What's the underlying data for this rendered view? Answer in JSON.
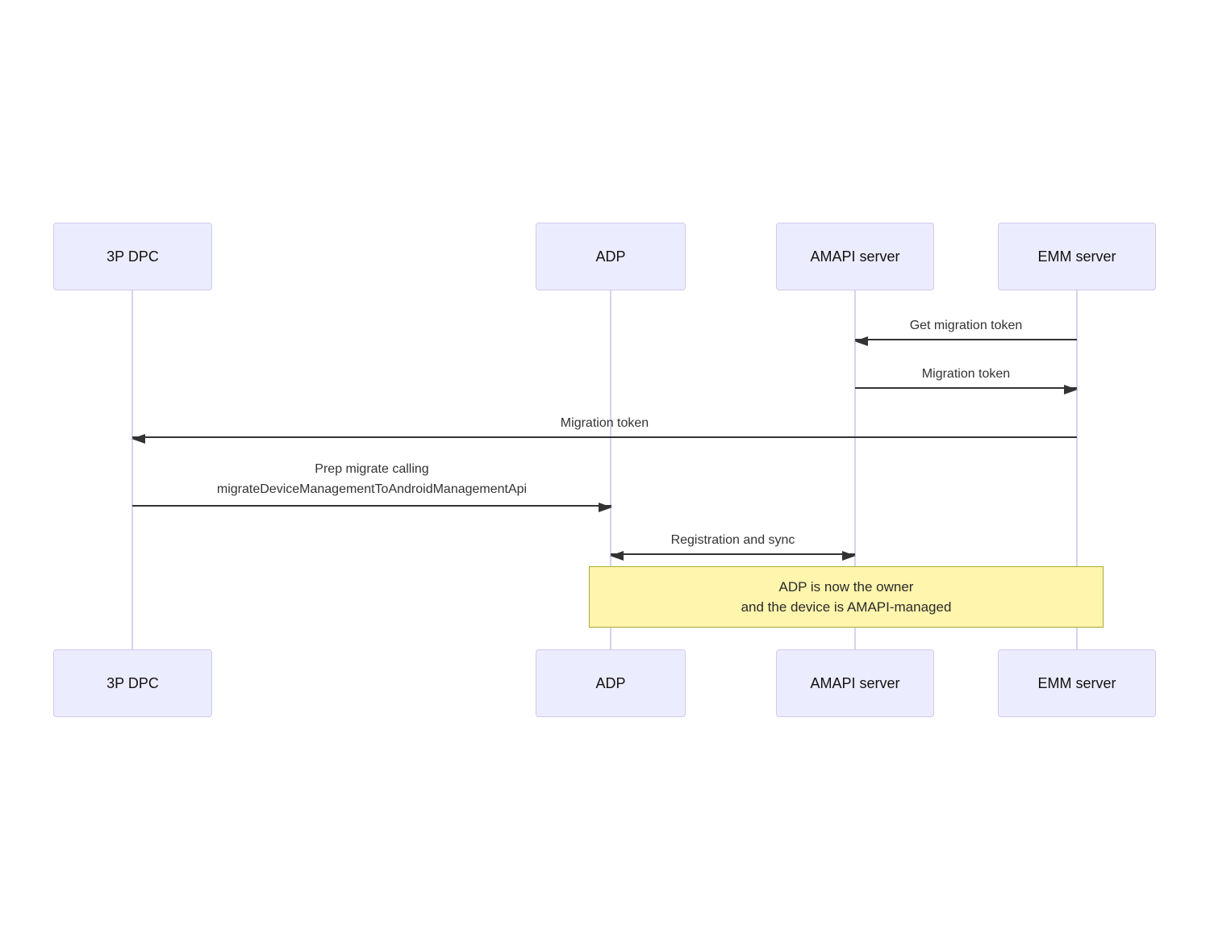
{
  "diagram": {
    "type": "sequence",
    "actors": [
      {
        "label": "3P DPC"
      },
      {
        "label": "ADP"
      },
      {
        "label": "AMAPI server"
      },
      {
        "label": "EMM server"
      }
    ],
    "messages": [
      {
        "label": "Get migration token",
        "from": "EMM server",
        "to": "AMAPI server",
        "direction": "left",
        "style": "solid"
      },
      {
        "label": "Migration token",
        "from": "AMAPI server",
        "to": "EMM server",
        "direction": "right",
        "style": "solid"
      },
      {
        "label": "Migration token",
        "from": "EMM server",
        "to": "3P DPC",
        "direction": "left",
        "style": "solid"
      },
      {
        "label_line1": "Prep migrate calling",
        "label_line2": "migrateDeviceManagementToAndroidManagementApi",
        "from": "3P DPC",
        "to": "ADP",
        "direction": "right",
        "style": "solid"
      },
      {
        "label": "Registration and sync",
        "from": "ADP",
        "to": "AMAPI server",
        "direction": "both",
        "style": "solid"
      }
    ],
    "note": {
      "line1": "ADP is now the owner",
      "line2": "and the device is AMAPI-managed",
      "over": [
        "ADP",
        "EMM server"
      ]
    },
    "colors": {
      "actor_fill": "#ECECFF",
      "actor_border": "#D2C9EE",
      "actor_text": "#111111",
      "lifeline": "#D8D2F0",
      "message": "#333333",
      "message_text": "#333333",
      "note_fill": "#FFF5AD",
      "note_border": "#AAAA33",
      "note_text": "#2A2A2A"
    }
  }
}
